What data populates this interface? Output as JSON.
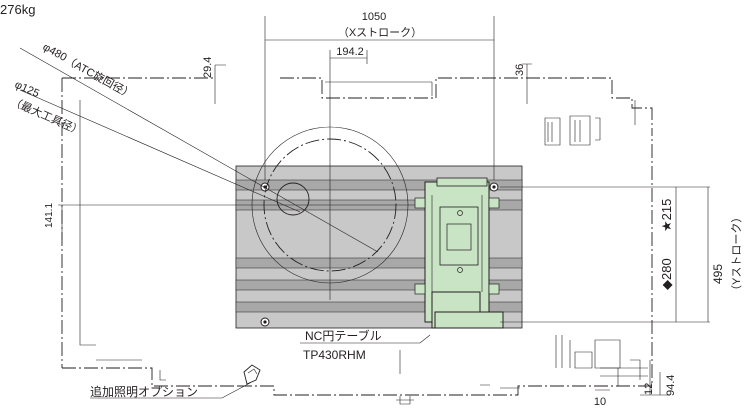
{
  "weight_label": "276kg",
  "dimensions": {
    "x_width": "1050",
    "x_stroke": "（Xストローク）",
    "offset_194": "194.2",
    "d_29": "29.4",
    "d_36": "36",
    "d_141": "141.1",
    "d_215": "★215",
    "d_280": "◆280",
    "d_495": "495",
    "y_stroke": "（Yストローク）",
    "d_12": "12",
    "d_94": "94.4",
    "d_10": "10"
  },
  "callouts": {
    "atc_dia": "φ480",
    "atc_label": "（ATC旋回径）",
    "tool_dia": "φ125",
    "tool_label": "（最大工具径）",
    "nc_table": "NC円テーブル",
    "nc_model": "TP430RHM",
    "light_option": "追加照明オプション"
  },
  "colors": {
    "line": "#231f20",
    "table_fill": "#c8c8c8",
    "slot_fill": "#a8a8a8",
    "rotary_fill": "#c9e3c5"
  }
}
